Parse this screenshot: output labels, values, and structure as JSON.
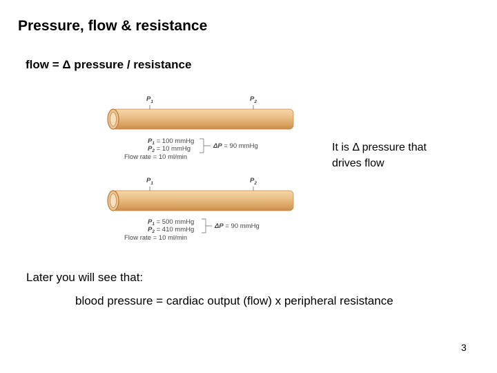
{
  "slide": {
    "title": "Pressure, flow & resistance",
    "formula": "flow = Δ pressure / resistance",
    "note_line1": "It is Δ pressure that",
    "note_line2": "drives flow",
    "later": "Later you will see that:",
    "bp_equation": "blood pressure = cardiac output (flow) x peripheral resistance",
    "page_number": "3"
  },
  "diagram": {
    "tube_color": "#e9bb80",
    "tubes": [
      {
        "p1_label": "P",
        "p1_sub": "1",
        "p2_label": "P",
        "p2_sub": "2",
        "p1_value": " = 100 mmHg",
        "p2_value": " = 10 mmHg",
        "flow_value": "Flow rate = 10 ml/min",
        "delta_label": "ΔP",
        "delta_value": " = 90 mmHg"
      },
      {
        "p1_label": "P",
        "p1_sub": "1",
        "p2_label": "P",
        "p2_sub": "2",
        "p1_value": " = 500 mmHg",
        "p2_value": " = 410 mmHg",
        "flow_value": "Flow rate = 10 ml/min",
        "delta_label": "ΔP",
        "delta_value": " = 90 mmHg"
      }
    ]
  }
}
